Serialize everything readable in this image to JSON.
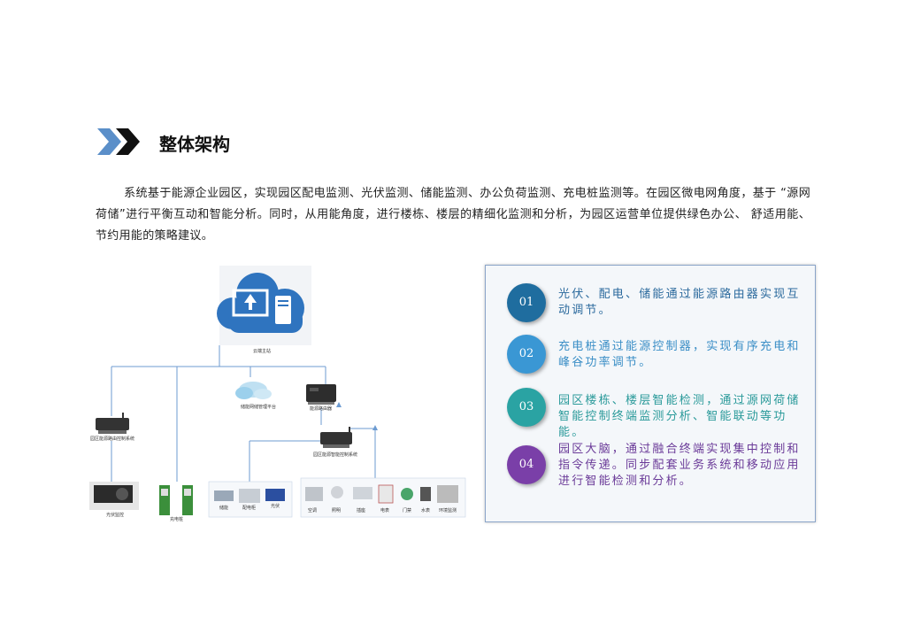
{
  "section": {
    "title": "整体架构",
    "paragraph": "系统基于能源企业园区，实现园区配电监测、光伏监测、储能监测、办公负荷监测、充电桩监测等。在园区微电网角度，基于 “源网荷储”进行平衡互动和智能分析。同时，从用能角度，进行楼栋、楼层的精细化监测和分析，为园区运营单位提供绿色办公、 舒适用能、节约用能的策略建议。"
  },
  "diagram": {
    "cloud_label": "云端主站",
    "platform_label": "储能网储管理平台",
    "gateway_label": "能源路由器",
    "left_router_label": "园区能源路由控制系统",
    "right_router_label": "园区能源智能控制系统",
    "pv_label": "光伏监控",
    "charger_label": "充电桩",
    "storage_labels": [
      "储能",
      "配电柜",
      "光伏"
    ],
    "load_labels": [
      "空调",
      "照明",
      "插座",
      "电表",
      "门禁",
      "水表",
      "环境监测"
    ]
  },
  "panel": {
    "items": [
      {
        "num": "01",
        "text": "光伏、配电、储能通过能源路由器实现互 动调节。",
        "color": "#1f6d9f",
        "text_color": "#2b6a9d"
      },
      {
        "num": "02",
        "text": "充电桩通过能源控制器，实现有序充电和 峰谷功率调节。",
        "color": "#3a97d4",
        "text_color": "#3a8ec6"
      },
      {
        "num": "03",
        "text": "园区楼栋、楼层智能检测，通过源网荷储智能控制终端监测分析、智能联动等功能。",
        "color": "#2aa3a3",
        "text_color": "#2a9a9a"
      },
      {
        "num": "04",
        "text": "园区大脑，通过融合终端实现集中控制和 指令传递。同步配套业务系统和移动应用 进行智能检测和分析。",
        "color": "#7a3fa8",
        "text_color": "#6a3a98"
      }
    ]
  },
  "colors": {
    "chevron_light": "#5b8fc9",
    "chevron_dark": "#111111",
    "cloud": "#2f74bf",
    "lines": "#6d9bd1"
  },
  "icons": [
    "chevron-right-icon",
    "cloud-server-icon",
    "router-device-icon"
  ]
}
